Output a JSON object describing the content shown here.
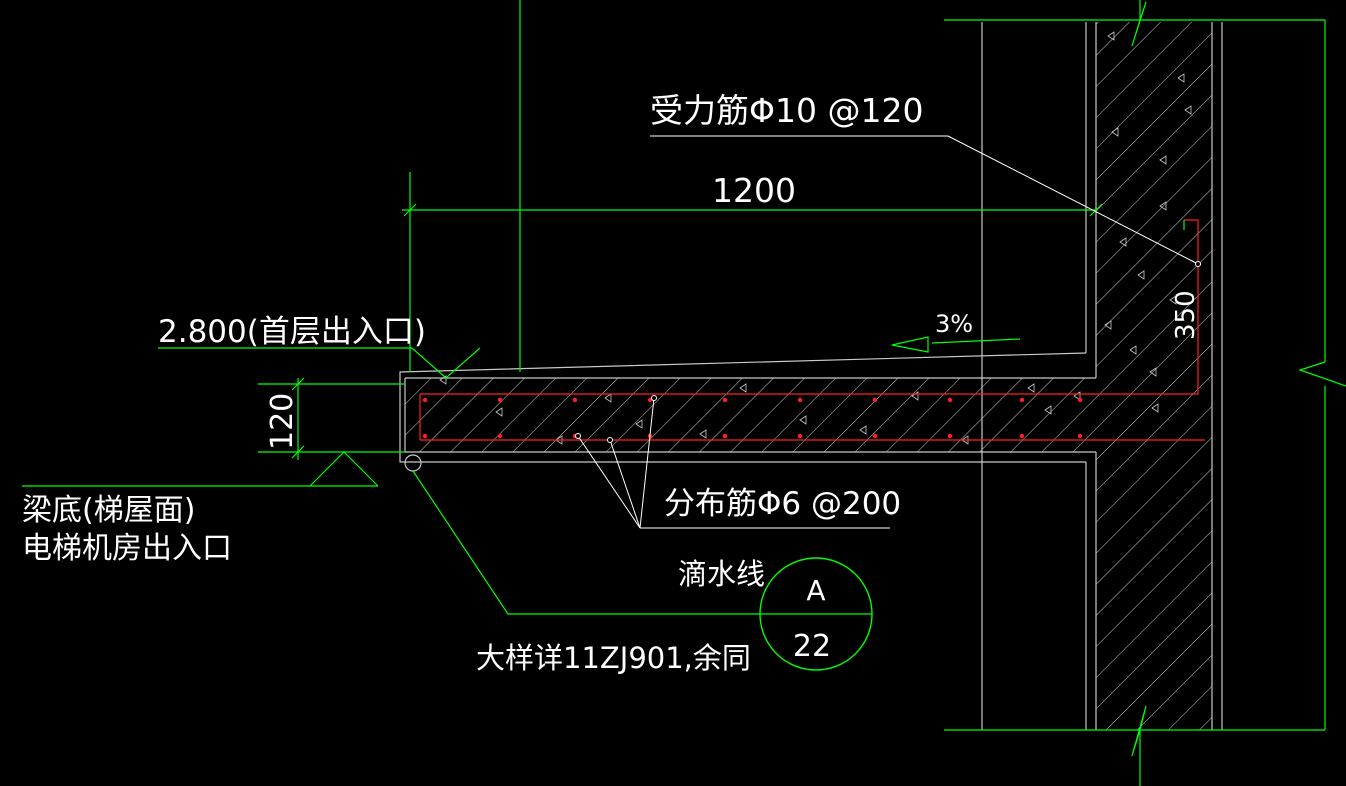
{
  "labels": {
    "main_rebar": "受力筋Φ10 @120",
    "span_dim": "1200",
    "elevation": "2.800(首层出入口)",
    "slope": "3%",
    "wall_dim": "350",
    "thickness_dim": "120",
    "beam_bottom_line1": "梁底(梯屋面)",
    "beam_bottom_line2": "电梯机房出入口",
    "dist_rebar": "分布筋Φ6 @200",
    "drip_line": "滴水线",
    "detail_note": "大样详11ZJ901,余同",
    "callout_top": "A",
    "callout_bottom": "22"
  },
  "colors": {
    "background": "#000000",
    "dimension": "#00ff00",
    "outline": "#c8c8c8",
    "rebar": "#ff2020",
    "text": "#ffffff",
    "leader": "#ffffff"
  }
}
